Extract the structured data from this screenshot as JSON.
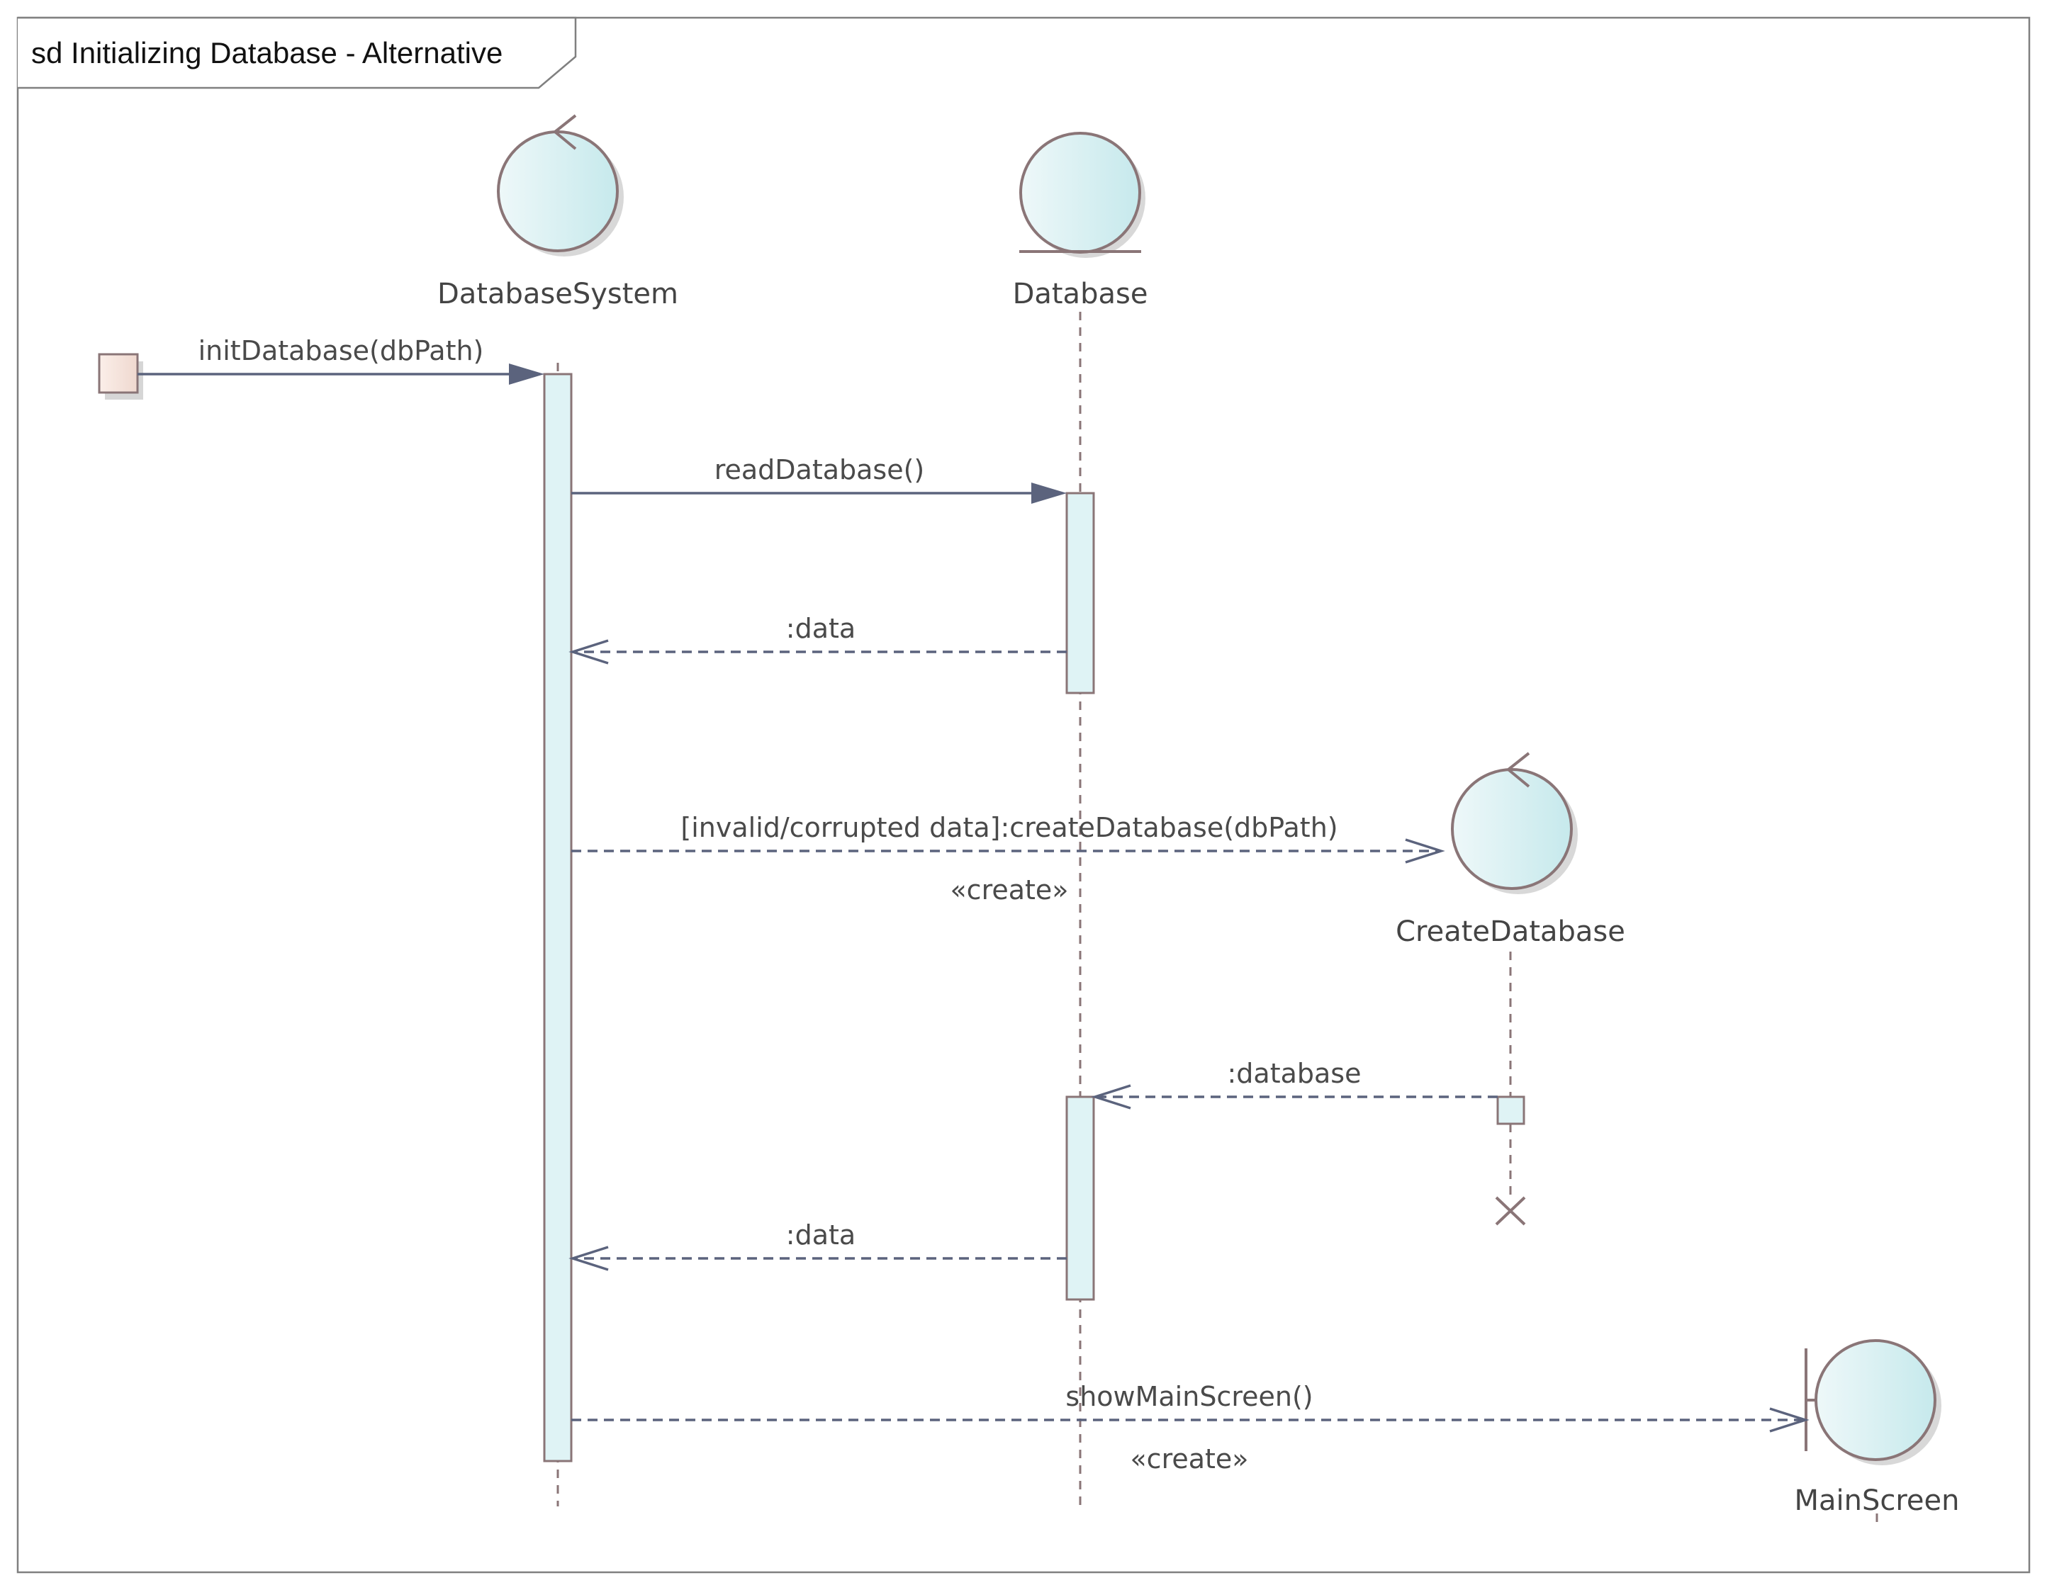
{
  "frame": {
    "title": "sd Initializing Database - Alternative"
  },
  "lifelines": {
    "database_system": {
      "name": "DatabaseSystem",
      "stereotype_icon": "control-icon"
    },
    "database": {
      "name": "Database",
      "stereotype_icon": "entity-icon"
    },
    "create_database": {
      "name": "CreateDatabase",
      "stereotype_icon": "control-icon"
    },
    "main_screen": {
      "name": "MainScreen",
      "stereotype_icon": "boundary-icon"
    }
  },
  "messages": {
    "init": {
      "label": "initDatabase(dbPath)",
      "kind": "sync"
    },
    "read": {
      "label": "readDatabase()",
      "kind": "sync"
    },
    "return1": {
      "label": ":data",
      "kind": "return"
    },
    "create": {
      "label": "[invalid/corrupted data]:createDatabase(dbPath)",
      "stereotype": "«create»",
      "kind": "create"
    },
    "db_return": {
      "label": ":database",
      "kind": "return"
    },
    "return2": {
      "label": ":data",
      "kind": "return"
    },
    "show": {
      "label": "showMainScreen()",
      "stereotype": "«create»",
      "kind": "create"
    }
  },
  "colors": {
    "object_fill": "#dff3f5",
    "object_stroke": "#8a7577",
    "message_line": "#5b637d",
    "gate_fill": "#f8e4dc"
  }
}
